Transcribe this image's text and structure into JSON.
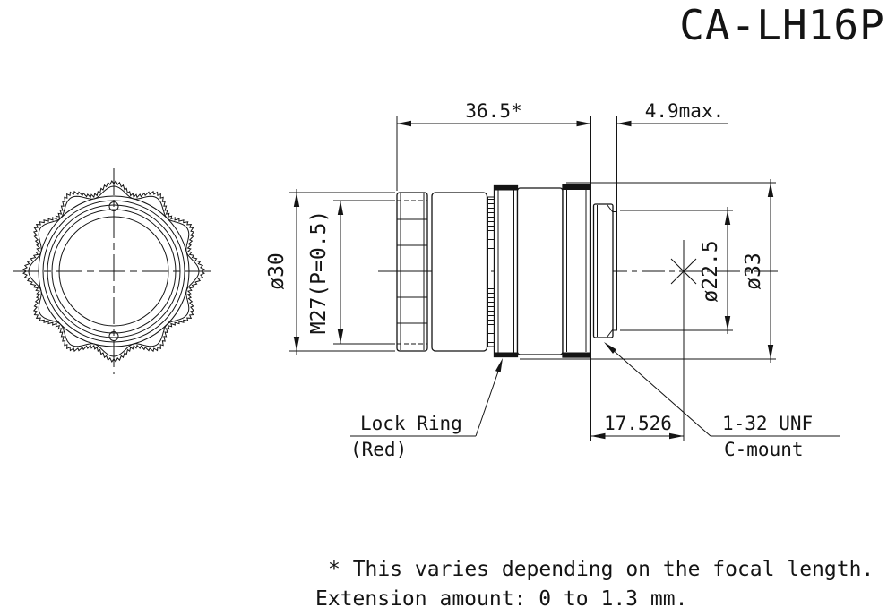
{
  "title": "CA-LH16P",
  "dims": {
    "length_front": "36.5*",
    "rear_protrusion": "4.9max.",
    "body_dia": "ø30",
    "thread": "M27(P=0.5)",
    "rear_dia": "ø22.5",
    "ring_dia": "ø33",
    "flange_focal": "17.526"
  },
  "labels": {
    "lock_ring": "Lock Ring",
    "lock_ring_color": "(Red)",
    "mount_thread": "1-32 UNF",
    "mount_type": "C-mount"
  },
  "footnote": {
    "line1": "* This varies depending on the focal length.",
    "line2": "Extension amount: 0 to 1.3 mm."
  },
  "colors": {
    "line": "#141414",
    "background": "#ffffff"
  }
}
